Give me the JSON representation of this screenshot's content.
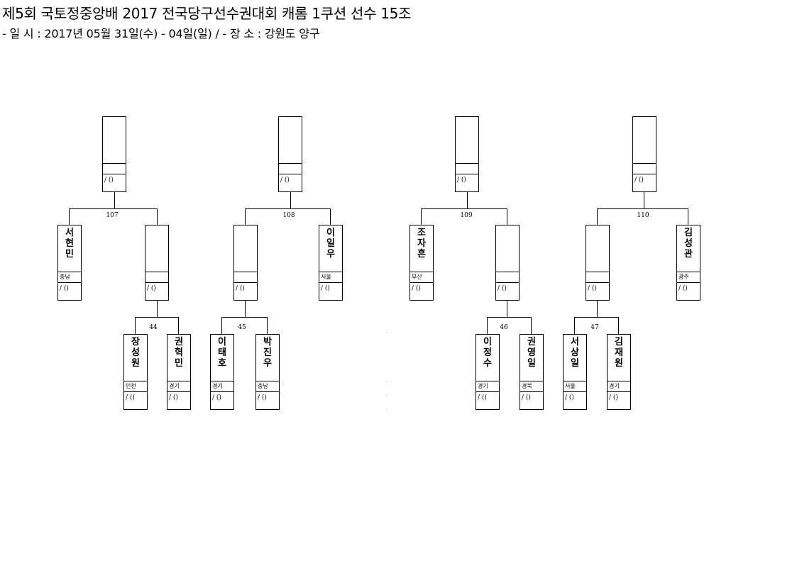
{
  "header": {
    "title": "제5회 국토정중앙배 2017 전국당구선수권대회 캐롬 1쿠션 선수 15조",
    "subtitle": "- 일 시 : 2017년 05월 31일(수) - 04일(일) / - 장 소 : 강원도 양구"
  },
  "match_numbers": {
    "m107": "107",
    "m108": "108",
    "m109": "109",
    "m110": "110",
    "m44": "44",
    "m45": "45",
    "m46": "46",
    "m47": "47"
  },
  "score_placeholder": "/ ()",
  "slots": {
    "w107": {
      "name": "",
      "region": ""
    },
    "w108": {
      "name": "",
      "region": ""
    },
    "w109": {
      "name": "",
      "region": ""
    },
    "w110": {
      "name": "",
      "region": ""
    },
    "p107a": {
      "name": "서현민",
      "region": "충남"
    },
    "p107b": {
      "name": "",
      "region": ""
    },
    "p108a": {
      "name": "",
      "region": ""
    },
    "p108b": {
      "name": "이일우",
      "region": "서울"
    },
    "p109a": {
      "name": "조자흔",
      "region": "부산"
    },
    "p109b": {
      "name": "",
      "region": ""
    },
    "p110a": {
      "name": "",
      "region": ""
    },
    "p110b": {
      "name": "김성관",
      "region": "광주"
    },
    "p44a": {
      "name": "장성원",
      "region": "인천"
    },
    "p44b": {
      "name": "권혁민",
      "region": "경기"
    },
    "p45a": {
      "name": "이태호",
      "region": "경기"
    },
    "p45b": {
      "name": "박진우",
      "region": "충남"
    },
    "p46a": {
      "name": "이정수",
      "region": "경기"
    },
    "p46b": {
      "name": "권영일",
      "region": "경북"
    },
    "p47a": {
      "name": "서상일",
      "region": "서울"
    },
    "p47b": {
      "name": "김재원",
      "region": "경기"
    }
  }
}
